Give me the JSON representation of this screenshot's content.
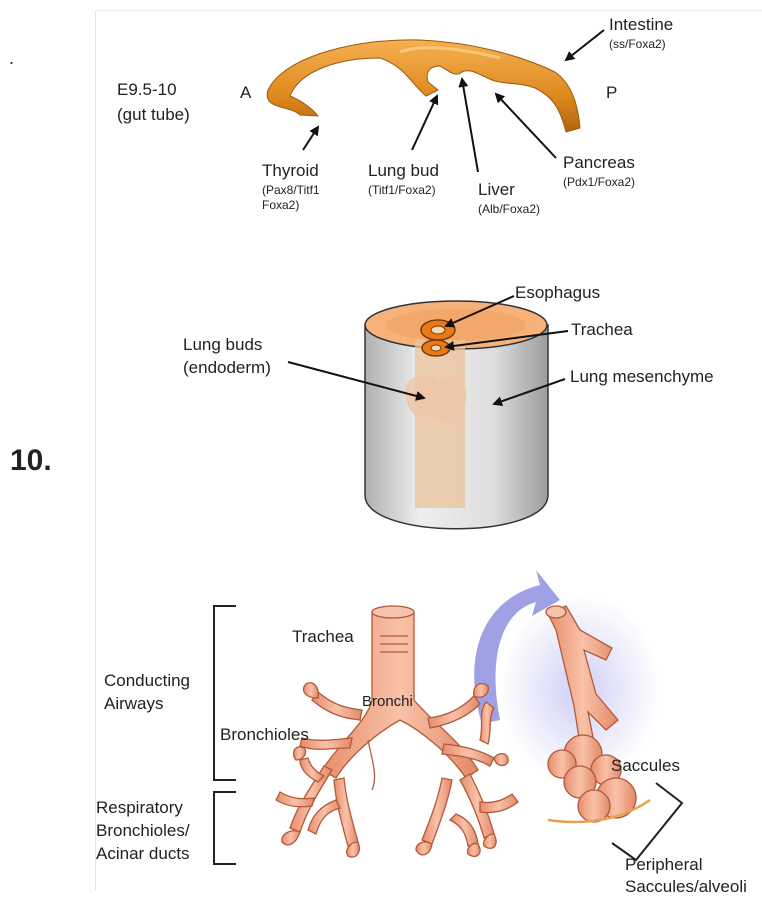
{
  "page": {
    "bullet": ".",
    "number": "10."
  },
  "panel1": {
    "stage": "E9.5-10",
    "stage_sub": "(gut tube)",
    "anterior": "A",
    "posterior": "P",
    "thyroid": {
      "name": "Thyroid",
      "markers1": "(Pax8/Titf1",
      "markers2": "Foxa2)"
    },
    "lung_bud": {
      "name": "Lung bud",
      "markers": "(Titf1/Foxa2)"
    },
    "liver": {
      "name": "Liver",
      "markers": "(Alb/Foxa2)"
    },
    "pancreas": {
      "name": "Pancreas",
      "markers": "(Pdx1/Foxa2)"
    },
    "intestine": {
      "name": "Intestine",
      "markers": "(ss/Foxa2)"
    }
  },
  "panel2": {
    "esophagus": "Esophagus",
    "trachea": "Trachea",
    "lung_buds_1": "Lung buds",
    "lung_buds_2": "(endoderm)",
    "mesenchyme": "Lung mesenchyme"
  },
  "panel3": {
    "conducting_1": "Conducting",
    "conducting_2": "Airways",
    "respiratory_1": "Respiratory",
    "respiratory_2": "Bronchioles/",
    "respiratory_3": "Acinar ducts",
    "trachea": "Trachea",
    "bronchi": "Bronchi",
    "bronchioles": "Bronchioles",
    "saccules": "Saccules",
    "peripheral_1": "Peripheral",
    "peripheral_2": "Saccules/alveoli"
  },
  "colors": {
    "gut_tube": "#e08a1e",
    "airway": "#f3a98a",
    "mesenchyme": "#d8d8d8",
    "arrow_purple": "#8f8fe0"
  }
}
